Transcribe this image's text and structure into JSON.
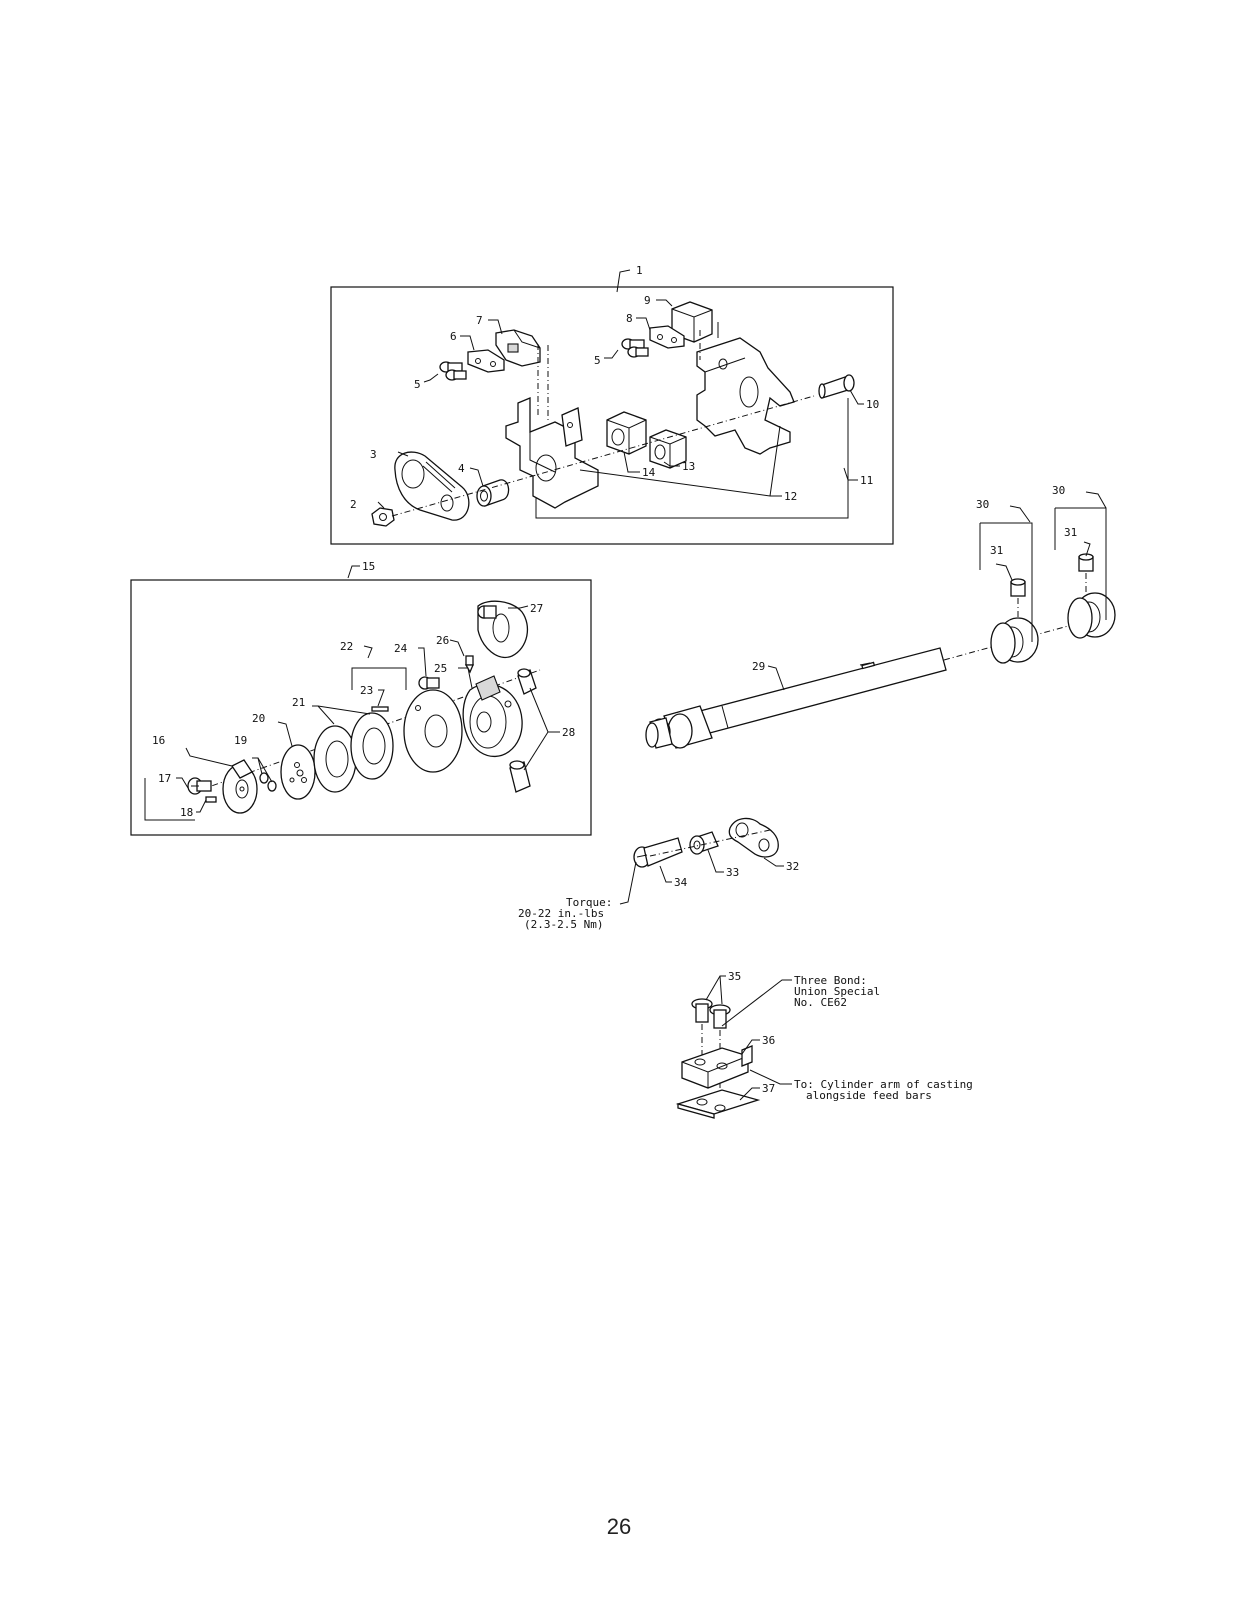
{
  "page_number": "26",
  "callouts": [
    "1",
    "2",
    "3",
    "4",
    "5",
    "5",
    "6",
    "7",
    "8",
    "9",
    "10",
    "11",
    "12",
    "13",
    "14",
    "15",
    "16",
    "17",
    "18",
    "19",
    "20",
    "21",
    "22",
    "23",
    "24",
    "25",
    "26",
    "27",
    "28",
    "29",
    "30",
    "30",
    "31",
    "31",
    "32",
    "33",
    "34",
    "35",
    "36",
    "37"
  ],
  "notes": {
    "torque": [
      "Torque:",
      "20-22 in.-lbs",
      "(2.3-2.5 Nm)"
    ],
    "three_bond": [
      "Three Bond:",
      "Union Special",
      "No. CE62"
    ],
    "cylinder_arm": [
      "To: Cylinder arm of casting",
      "alongside feed bars"
    ]
  }
}
